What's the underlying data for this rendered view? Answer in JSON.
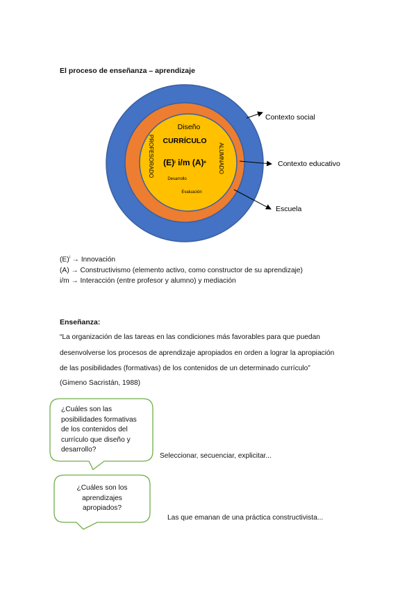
{
  "title": "El proceso de enseñanza – aprendizaje",
  "diagram": {
    "colors": {
      "outer_ring": "#4472C4",
      "middle_ring": "#ED7D31",
      "inner_circle": "#FFC000",
      "ring_stroke": "#3A5FA0"
    },
    "inner": {
      "diseno": "Diseño",
      "curriculo": "CURRÍCULO",
      "formula_e": "(E)",
      "formula_e_sup": "i",
      "formula_im": " i/m (A)",
      "formula_a_sup": "e",
      "desarrollo": "Desarrollo",
      "evaluacion": "Evaluación"
    },
    "side_labels": {
      "left": "PROFESORADO",
      "right": "ALUMNADO"
    },
    "outer_labels": {
      "contexto_social": "Contexto social",
      "contexto_educativo": "Contexto educativo",
      "escuela": "Escuela"
    }
  },
  "legend": [
    {
      "key": "(E)",
      "sup": "i",
      "text": "Innovación"
    },
    {
      "key": "(A)",
      "sup": "",
      "text": "Constructivismo (elemento activo, como constructor de su aprendizaje)"
    },
    {
      "key": "i/m",
      "sup": "",
      "text": "Interacción (entre profesor y alumno) y mediación"
    }
  ],
  "ensenanza": {
    "heading": "Enseñanza:",
    "quote_lines": [
      "“La organización de las tareas en las condiciones más favorables para que puedan",
      "desenvolverse los procesos de aprendizaje apropiados en orden a lograr la apropiación",
      "de las posibilidades (formativas) de los contenidos de un determinado currículo”"
    ],
    "citation": "(Gimeno Sacristán, 1988)"
  },
  "bubbles": [
    {
      "lines": [
        "¿Cuáles son las",
        "posibilidades formativas",
        "de los contenidos del",
        "currículo que diseño y",
        "desarrollo?"
      ],
      "answer": "Seleccionar, secuenciar, explicitar..."
    },
    {
      "lines": [
        "¿Cuáles son los",
        "aprendizajes",
        "apropiados?"
      ],
      "answer": "Las que emanan de una práctica constructivista..."
    }
  ],
  "bubble_border_color": "#70AD47",
  "arrow_symbol": "→"
}
